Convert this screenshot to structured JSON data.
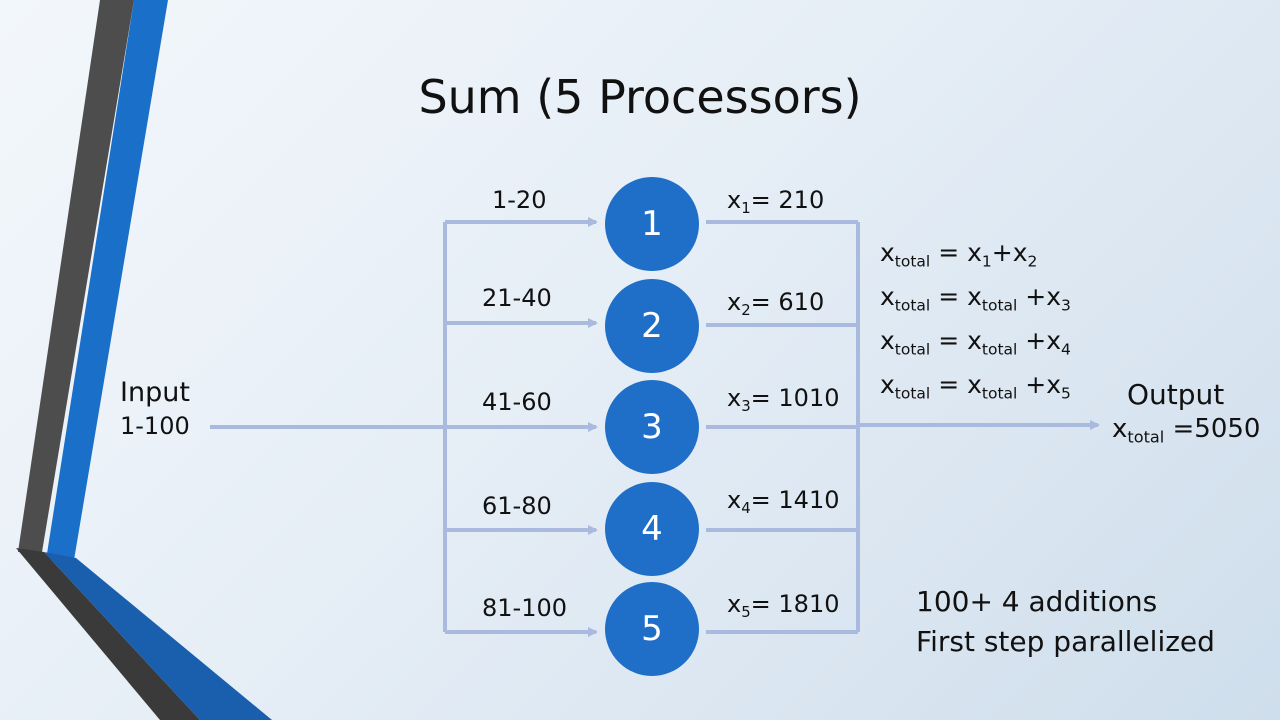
{
  "title": "Sum (5 Processors)",
  "input": {
    "label": "Input",
    "range": "1-100"
  },
  "output": {
    "label": "Output",
    "var": "x",
    "sub": "total",
    "value": " =5050"
  },
  "processors": [
    {
      "id": "1",
      "range": "1-20",
      "var": "x",
      "sub": "1",
      "value": "= 210"
    },
    {
      "id": "2",
      "range": "21-40",
      "var": "x",
      "sub": "2",
      "value": "= 610"
    },
    {
      "id": "3",
      "range": "41-60",
      "var": "x",
      "sub": "3",
      "value": "= 1010"
    },
    {
      "id": "4",
      "range": "61-80",
      "var": "x",
      "sub": "4",
      "value": "= 1410"
    },
    {
      "id": "5",
      "range": "81-100",
      "var": "x",
      "sub": "5",
      "value": "= 1810"
    }
  ],
  "steps": [
    {
      "a": "x",
      "a_sub": "total",
      "eq": " = ",
      "b": "x",
      "b_sub": "1",
      "op": "+",
      "c": "x",
      "c_sub": "2"
    },
    {
      "a": "x",
      "a_sub": "total",
      "eq": " = ",
      "b": "x",
      "b_sub": "total",
      "op": " +",
      "c": "x",
      "c_sub": "3"
    },
    {
      "a": "x",
      "a_sub": "total",
      "eq": " = ",
      "b": "x",
      "b_sub": "total",
      "op": " +",
      "c": "x",
      "c_sub": "4"
    },
    {
      "a": "x",
      "a_sub": "total",
      "eq": " = ",
      "b": "x",
      "b_sub": "total",
      "op": " +",
      "c": "x",
      "c_sub": "5"
    }
  ],
  "notes": [
    "100+ 4 additions",
    "First step parallelized"
  ],
  "colors": {
    "node": "#1f6fc8",
    "line": "#aab9de",
    "accent_blue": "#1a6fc9",
    "accent_dark": "#4a4a4a"
  }
}
